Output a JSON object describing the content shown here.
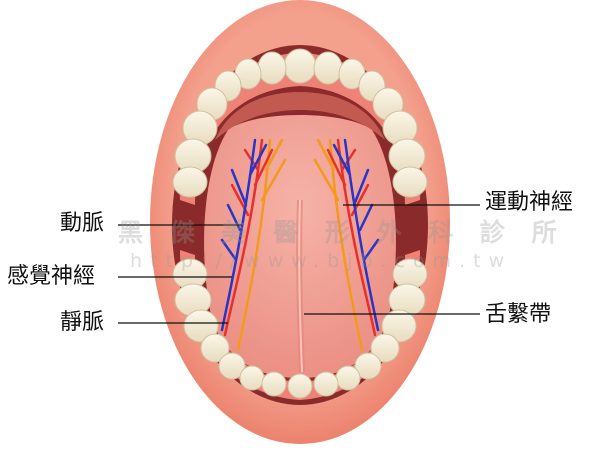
{
  "labels": {
    "artery": "動脈",
    "sensory_nerve": "感覺神經",
    "vein": "靜脈",
    "motor_nerve": "運動神經",
    "frenulum": "舌繫帶"
  },
  "watermark": {
    "name": "黑 傑 美 醫 形 外 科 診 所",
    "url": "http://www.bjb.com.tw"
  },
  "colors": {
    "lips": "#f0907a",
    "mouth_cavity": "#8b2a2a",
    "tongue": "#f2a397",
    "teeth": "#f4ecd6",
    "gums": "#f07f7a",
    "artery": "#e8302a",
    "vein": "#2a35c8",
    "nerve": "#f39a1c",
    "leader_line": "#111111"
  }
}
